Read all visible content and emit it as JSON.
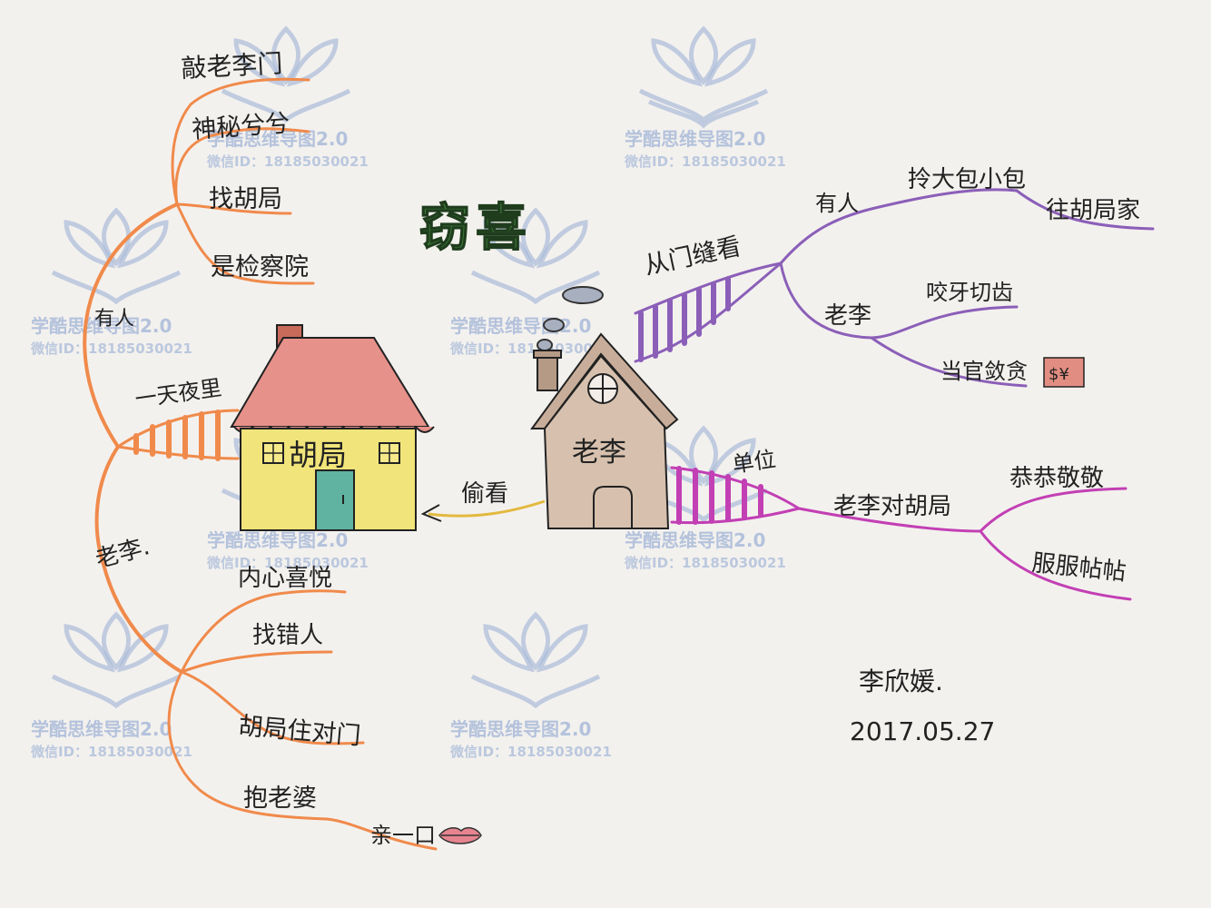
{
  "title": "窃喜",
  "colors": {
    "paper": "#f3f1ee",
    "orange_branch": "#f08a4b",
    "purple_branch": "#8b5fb8",
    "magenta_branch": "#c23fb4",
    "title_green": "#3f7d3b",
    "ink": "#222222",
    "watermark": "#9fb3d6"
  },
  "left_branch": {
    "group1_label": "有人",
    "group1_items": [
      "敲老李门",
      "神秘兮兮",
      "找胡局",
      "是检察院"
    ],
    "stem_label": "一天夜里",
    "group2_label": "老李.",
    "group2_items": [
      "内心喜悦",
      "找错人",
      "胡局住对门",
      "抱老婆"
    ],
    "kiss_label": "亲一口"
  },
  "center": {
    "house_left_label": "胡局",
    "house_right_label": "老李",
    "arrow_label": "偷看"
  },
  "right_top": {
    "main_label": "从门缝看",
    "sub1_label": "有人",
    "sub1_item": "拎大包小包",
    "sub1_item_child": "往胡局家",
    "sub2_label": "老李",
    "sub2_items": [
      "咬牙切齿",
      "当官敛贪"
    ],
    "money_icon_label": "$¥"
  },
  "right_bottom": {
    "stem_label": "单位",
    "main_label": "老李对胡局",
    "items": [
      "恭恭敬敬",
      "服服帖帖"
    ]
  },
  "signature": {
    "name": "李欣媛.",
    "date": "2017.05.27"
  },
  "watermarks": {
    "text": "学酷思维导图2.0",
    "id": "微信ID：18185030021"
  }
}
